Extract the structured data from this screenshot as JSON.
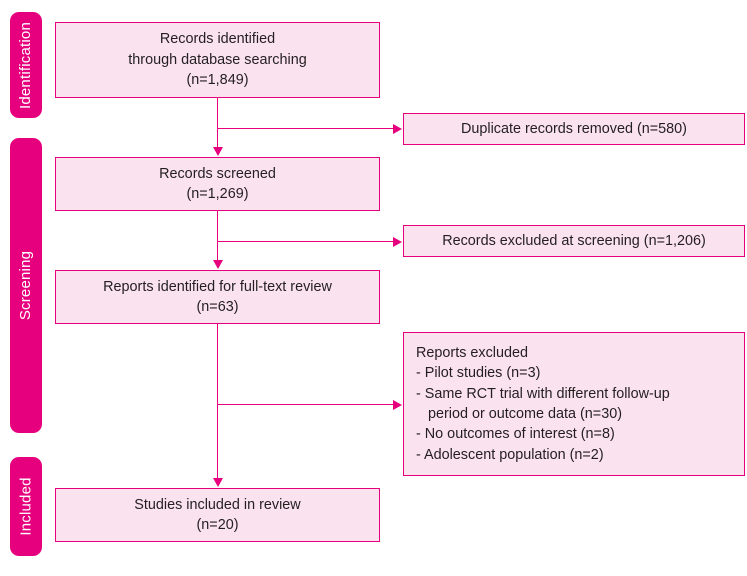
{
  "diagram": {
    "type": "prisma-flow-diagram",
    "accent_color": "#e6007e",
    "box_fill_color": "#fbe2ef",
    "text_color": "#231f20",
    "background_color": "#ffffff"
  },
  "stages": [
    {
      "id": "identification",
      "label": "Identification"
    },
    {
      "id": "screening",
      "label": "Screening"
    },
    {
      "id": "included",
      "label": "Included"
    }
  ],
  "boxes": {
    "records_identified": {
      "lines": [
        "Records identified",
        "through database searching",
        "(n=1,849)"
      ],
      "count": 1849
    },
    "duplicates_removed": {
      "lines": [
        "Duplicate records removed (n=580)"
      ],
      "count": 580
    },
    "records_screened": {
      "lines": [
        "Records screened",
        "(n=1,269)"
      ],
      "count": 1269
    },
    "records_excluded": {
      "lines": [
        "Records excluded at screening (n=1,206)"
      ],
      "count": 1206
    },
    "reports_fulltext": {
      "lines": [
        "Reports identified for full-text review",
        "(n=63)"
      ],
      "count": 63
    },
    "reports_excluded": {
      "heading": "Reports excluded",
      "items": [
        "- Pilot studies (n=3)",
        "- Same RCT trial with different follow-up",
        "period or outcome data (n=30)",
        "- No outcomes of interest (n=8)",
        "- Adolescent population (n=2)"
      ],
      "counts": {
        "pilot_studies": 3,
        "same_rct_trial": 30,
        "no_outcomes": 8,
        "adolescent_population": 2
      }
    },
    "studies_included": {
      "lines": [
        "Studies included in review",
        "(n=20)"
      ],
      "count": 20
    }
  }
}
